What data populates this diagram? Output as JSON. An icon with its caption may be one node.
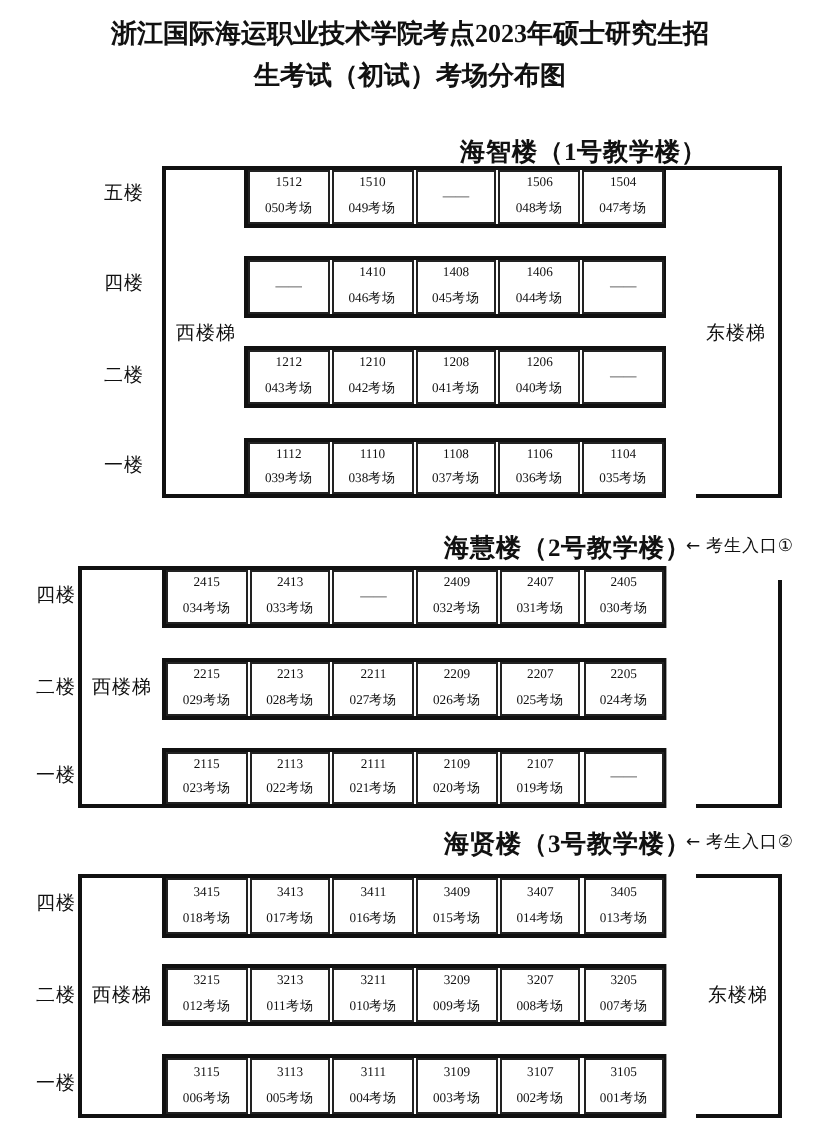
{
  "diagram": {
    "title": "浙江国际海运职业技术学院考点2023年硕士研究生招生考试（初试）考场分布图",
    "nodes": [
      {
        "text": [
          "海智楼（1号教学楼）"
        ]
      },
      {
        "text": [
          "1512",
          "050考场"
        ],
        "in": 0
      },
      {
        "text": [
          "1510",
          "049考场"
        ],
        "in": 0
      },
      {
        "text": [
          "——"
        ],
        "in": 0
      },
      {
        "text": [
          "1506",
          "048考场"
        ],
        "in": 0
      },
      {
        "text": [
          "1504",
          "047考场"
        ],
        "in": 0
      },
      {
        "text": [
          "——"
        ],
        "in": 0
      },
      {
        "text": [
          "1410",
          "046考场"
        ],
        "in": 0
      },
      {
        "text": [
          "1408",
          "045考场"
        ],
        "in": 0
      },
      {
        "text": [
          "1406",
          "044考场"
        ],
        "in": 0
      },
      {
        "text": [
          "——"
        ],
        "in": 0
      },
      {
        "text": [
          "1212",
          "043考场"
        ],
        "in": 0
      },
      {
        "text": [
          "1210",
          "042考场"
        ],
        "in": 0
      },
      {
        "text": [
          "1208",
          "041考场"
        ],
        "in": 0
      },
      {
        "text": [
          "1206",
          "040考场"
        ],
        "in": 0
      },
      {
        "text": [
          "——"
        ],
        "in": 0
      },
      {
        "text": [
          "1112",
          "039考场"
        ],
        "in": 0
      },
      {
        "text": [
          "1110",
          "038考场"
        ],
        "in": 0
      },
      {
        "text": [
          "1108",
          "037考场"
        ],
        "in": 0
      },
      {
        "text": [
          "1106",
          "036考场"
        ],
        "in": 0
      },
      {
        "text": [
          "1104",
          "035考场"
        ],
        "in": 0
      },
      {
        "text": [
          "海慧楼（2号教学楼）"
        ]
      },
      {
        "text": [
          "2415",
          "034考场"
        ],
        "in": 21
      },
      {
        "text": [
          "2413",
          "033考场"
        ],
        "in": 21
      },
      {
        "text": [
          "——"
        ],
        "in": 21
      },
      {
        "text": [
          "2409",
          "032考场"
        ],
        "in": 21
      },
      {
        "text": [
          "2407",
          "031考场"
        ],
        "in": 21
      },
      {
        "text": [
          "2405",
          "030考场"
        ],
        "in": 21
      },
      {
        "text": [
          "2215",
          "029考场"
        ],
        "in": 21
      },
      {
        "text": [
          "2213",
          "028考场"
        ],
        "in": 21
      },
      {
        "text": [
          "2211",
          "027考场"
        ],
        "in": 21
      },
      {
        "text": [
          "2209",
          "026考场"
        ],
        "in": 21
      },
      {
        "text": [
          "2207",
          "025考场"
        ],
        "in": 21
      },
      {
        "text": [
          "2205",
          "024考场"
        ],
        "in": 21
      },
      {
        "text": [
          "2115",
          "023考场"
        ],
        "in": 21
      },
      {
        "text": [
          "2113",
          "022考场"
        ],
        "in": 21
      },
      {
        "text": [
          "2111",
          "021考场"
        ],
        "in": 21
      },
      {
        "text": [
          "2109",
          "020考场"
        ],
        "in": 21
      },
      {
        "text": [
          "2107",
          "019考场"
        ],
        "in": 21
      },
      {
        "text": [
          "——"
        ],
        "in": 21
      },
      {
        "text": [
          "海贤楼（3号教学楼）"
        ]
      },
      {
        "text": [
          "3415",
          "018考场"
        ],
        "in": 40
      },
      {
        "text": [
          "3413",
          "017考场"
        ],
        "in": 40
      },
      {
        "text": [
          "3411",
          "016考场"
        ],
        "in": 40
      },
      {
        "text": [
          "3409",
          "015考场"
        ],
        "in": 40
      },
      {
        "text": [
          "3407",
          "014考场"
        ],
        "in": 40
      },
      {
        "text": [
          "3405",
          "013考场"
        ],
        "in": 40
      },
      {
        "text": [
          "3215",
          "012考场"
        ],
        "in": 40
      },
      {
        "text": [
          "3213",
          "011考场"
        ],
        "in": 40
      },
      {
        "text": [
          "3211",
          "010考场"
        ],
        "in": 40
      },
      {
        "text": [
          "3209",
          "009考场"
        ],
        "in": 40
      },
      {
        "text": [
          "3207",
          "008考场"
        ],
        "in": 40
      },
      {
        "text": [
          "3205",
          "007考场"
        ],
        "in": 40
      },
      {
        "text": [
          "3115",
          "006考场"
        ],
        "in": 40
      },
      {
        "text": [
          "3113",
          "005考场"
        ],
        "in": 40
      },
      {
        "text": [
          "3111",
          "004考场"
        ],
        "in": 40
      },
      {
        "text": [
          "3109",
          "003考场"
        ],
        "in": 40
      },
      {
        "text": [
          "3107",
          "002考场"
        ],
        "in": 40
      },
      {
        "text": [
          "3105",
          "001考场"
        ],
        "in": 40
      }
    ],
    "labels": [
      "五楼",
      "四楼",
      "西楼梯",
      "东楼梯",
      "二楼",
      "一楼",
      "← 考生入口①",
      "四楼",
      "二楼",
      "西楼梯",
      "一楼",
      "← 考生入口②",
      "四楼",
      "二楼",
      "西楼梯",
      "东楼梯",
      "一楼"
    ]
  }
}
